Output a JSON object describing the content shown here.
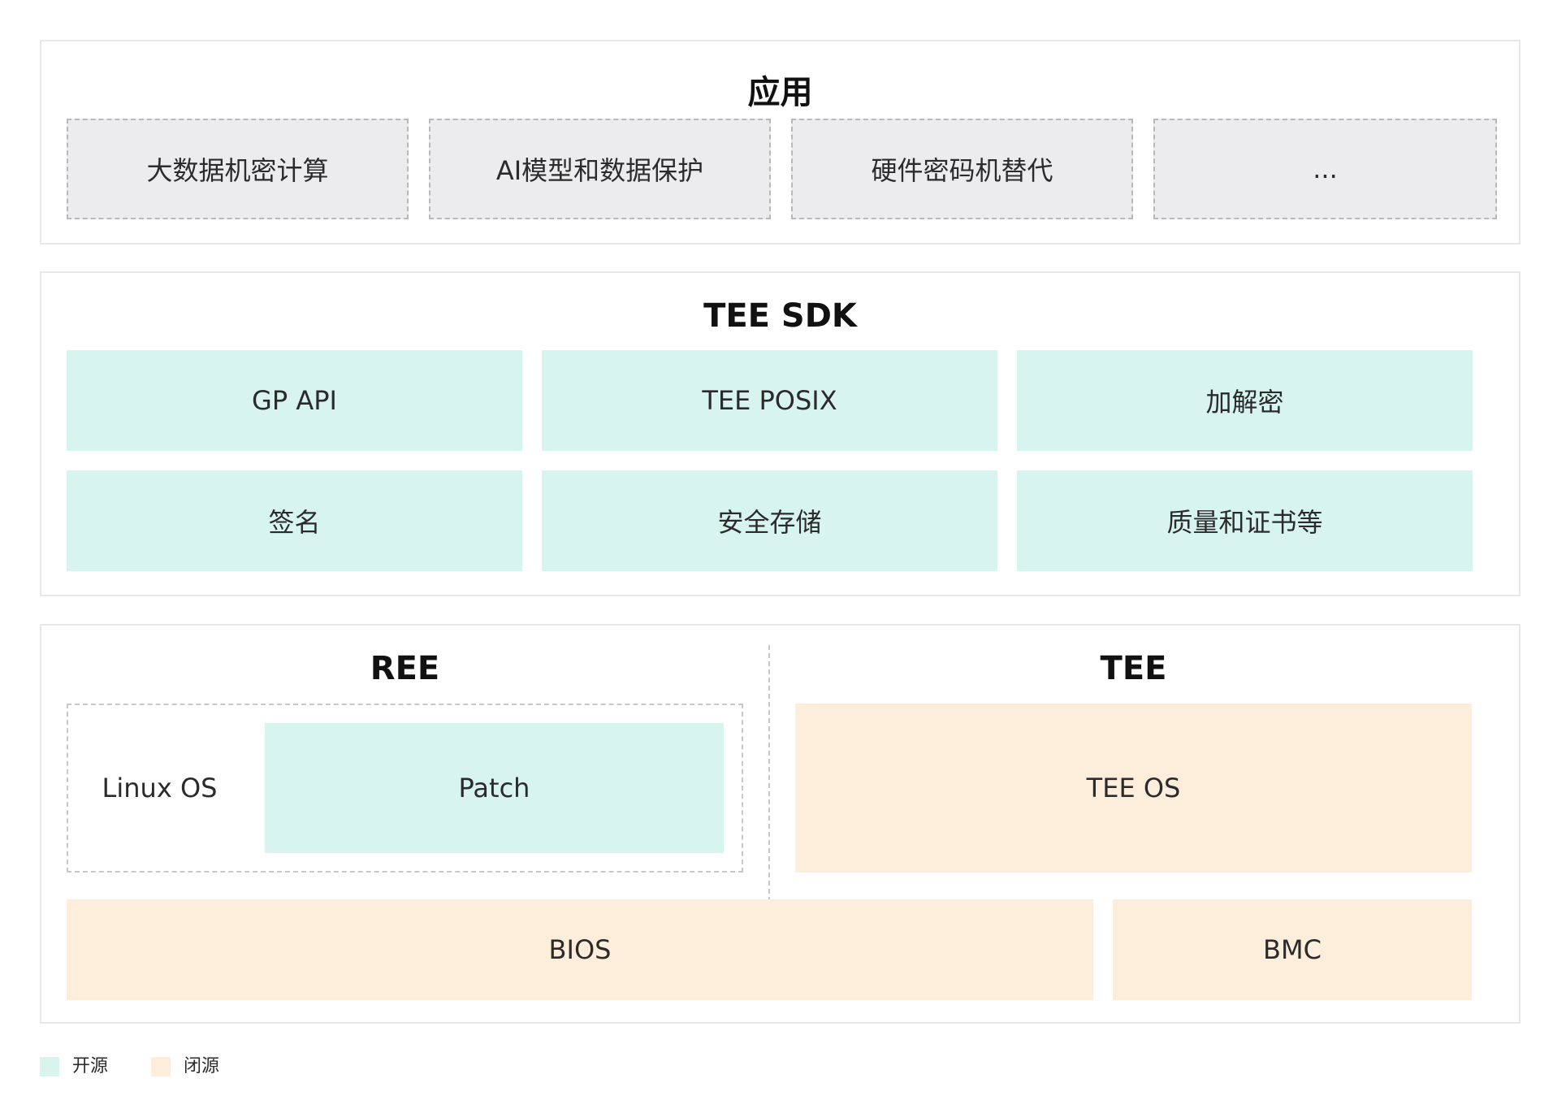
{
  "colors": {
    "open_source": "#d7f5ee",
    "closed_source": "#fdeedb",
    "app_box": "#ececee",
    "panel_border": "#e8e8e8"
  },
  "applications": {
    "title": "应用",
    "items": [
      "大数据机密计算",
      "AI模型和数据保护",
      "硬件密码机替代",
      "..."
    ]
  },
  "tee_sdk": {
    "title": "TEE SDK",
    "items": [
      "GP API",
      "TEE POSIX",
      "加解密",
      "签名",
      "安全存储",
      "质量和证书等"
    ]
  },
  "platform": {
    "ree_title": "REE",
    "tee_title": "TEE",
    "linux_os": "Linux OS",
    "patch": "Patch",
    "tee_os": "TEE OS",
    "bios": "BIOS",
    "bmc": "BMC"
  },
  "legend": {
    "open_source": "开源",
    "closed_source": "闭源"
  }
}
